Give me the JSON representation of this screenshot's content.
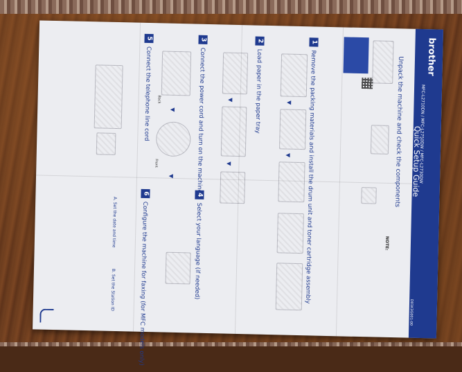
{
  "header": {
    "brand": "brother",
    "models": "MFC-L2710DN / MFC-L2750DW / MFC-L2730DW",
    "title": "Quick Setup Guide",
    "doc_ref": "D01K3G001-00"
  },
  "intro": {
    "unpack": "Unpack the machine and check the components",
    "note": "NOTE:"
  },
  "steps": [
    {
      "number": "1",
      "title": "Remove the packing materials and install the drum unit and toner cartridge assembly"
    },
    {
      "number": "2",
      "title": "Load paper in the paper tray"
    },
    {
      "number": "3",
      "title": "Connect the power cord and turn on the machine"
    },
    {
      "number": "4",
      "title": "Select your language (if needed)"
    },
    {
      "number": "5",
      "title": "Connect the telephone line cord"
    },
    {
      "number": "6",
      "title": "Configure the machine for faxing (for MFC models only)"
    }
  ],
  "labels": {
    "back": "Back",
    "front": "Front",
    "set_date": "A. Set the date and time",
    "set_station": "B. Set the Station ID"
  },
  "colors": {
    "brand_blue": "#1f3a8f",
    "paper": "#ecedf1",
    "table_wood": "#6b3c1e"
  }
}
